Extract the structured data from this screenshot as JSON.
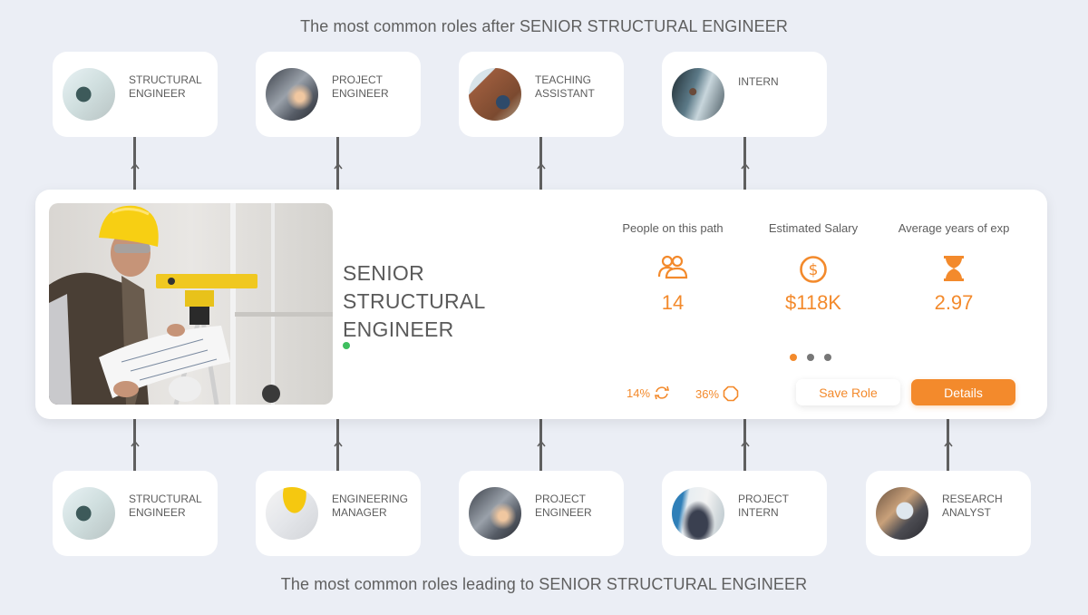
{
  "headings": {
    "top": "The most common roles after SENIOR STRUCTURAL ENGINEER",
    "bottom": "The most common roles leading to SENIOR STRUCTURAL ENGINEER"
  },
  "next_roles": [
    {
      "line1": "STRUCTURAL",
      "line2": "ENGINEER",
      "image": "structural-engineer-photo"
    },
    {
      "line1": "PROJECT",
      "line2": "ENGINEER",
      "image": "project-engineer-photo"
    },
    {
      "line1": "TEACHING",
      "line2": "ASSISTANT",
      "image": "teaching-assistant-photo"
    },
    {
      "line1": "INTERN",
      "line2": "",
      "image": "intern-photo"
    }
  ],
  "previous_roles": [
    {
      "line1": "STRUCTURAL",
      "line2": "ENGINEER",
      "image": "structural-engineer-photo"
    },
    {
      "line1": "ENGINEERING",
      "line2": "MANAGER",
      "image": "engineering-manager-photo"
    },
    {
      "line1": "PROJECT",
      "line2": "ENGINEER",
      "image": "project-engineer-photo"
    },
    {
      "line1": "PROJECT",
      "line2": "INTERN",
      "image": "project-intern-photo"
    },
    {
      "line1": "RESEARCH",
      "line2": "ANALYST",
      "image": "research-analyst-photo"
    }
  ],
  "main_role": {
    "title_lines": [
      "SENIOR",
      "STRUCTURAL",
      "ENGINEER"
    ],
    "image": "engineer-with-hard-hat-photo",
    "status_color": "#3fbf5f",
    "stats": [
      {
        "label": "People on this path",
        "icon": "people-icon",
        "value": "14"
      },
      {
        "label": "Estimated Salary",
        "icon": "dollar-circle-icon",
        "value": "$118K"
      },
      {
        "label": "Average years of exp",
        "icon": "hourglass-icon",
        "value": "2.97"
      }
    ],
    "pagination": {
      "total": 3,
      "active": 0
    },
    "metrics": [
      {
        "value": "14%",
        "icon": "refresh-icon"
      },
      {
        "value": "36%",
        "icon": "octagon-icon"
      }
    ],
    "buttons": {
      "save": "Save Role",
      "details": "Details"
    }
  },
  "colors": {
    "accent": "#f38a2c",
    "background": "#ebeef5",
    "connector": "#5f5f5f"
  }
}
